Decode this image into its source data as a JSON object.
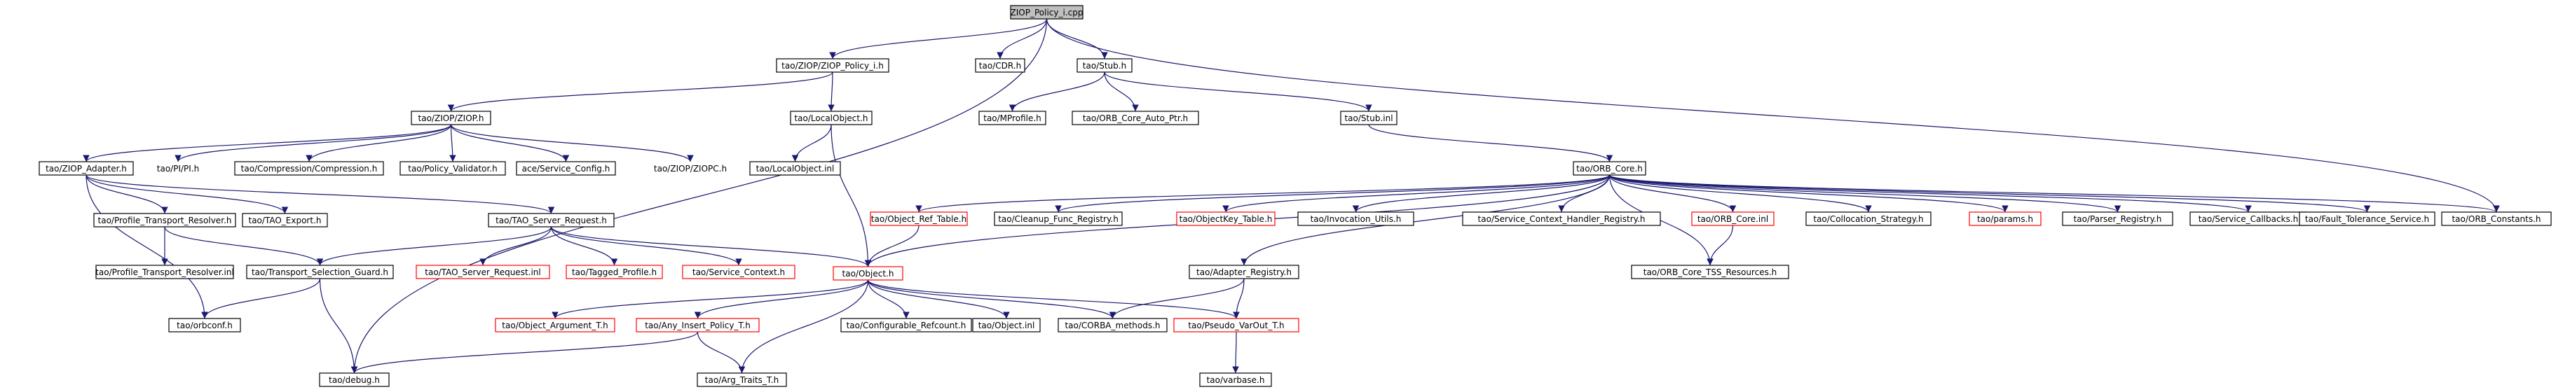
{
  "graph": {
    "title": "ZIOP_Policy_i.cpp include dependency graph",
    "colors": {
      "edge": "#191970",
      "node_border": "#000000",
      "node_border_missing": "#ff0000",
      "root_fill": "#bfbfbf",
      "node_fill": "#ffffff"
    },
    "nodes": {
      "root": {
        "label": "ZIOP_Policy_i.cpp",
        "kind": "root"
      },
      "ziop_policy_i_h": {
        "label": "tao/ZIOP/ZIOP_Policy_i.h",
        "kind": "normal"
      },
      "cdr_h": {
        "label": "tao/CDR.h",
        "kind": "normal"
      },
      "stub_h": {
        "label": "tao/Stub.h",
        "kind": "normal"
      },
      "ziop_h": {
        "label": "tao/ZIOP/ZIOP.h",
        "kind": "normal"
      },
      "localobject_h": {
        "label": "tao/LocalObject.h",
        "kind": "normal"
      },
      "mprofile_h": {
        "label": "tao/MProfile.h",
        "kind": "normal"
      },
      "orb_core_auto_ptr_h": {
        "label": "tao/ORB_Core_Auto_Ptr.h",
        "kind": "normal"
      },
      "stub_inl": {
        "label": "tao/Stub.inl",
        "kind": "normal"
      },
      "ziop_adapter_h": {
        "label": "tao/ZIOP_Adapter.h",
        "kind": "normal"
      },
      "pi_h": {
        "label": "tao/PI/PI.h",
        "kind": "nobox"
      },
      "compression_h": {
        "label": "tao/Compression/Compression.h",
        "kind": "normal"
      },
      "policy_validator_h": {
        "label": "tao/Policy_Validator.h",
        "kind": "normal"
      },
      "service_config_h": {
        "label": "ace/Service_Config.h",
        "kind": "normal"
      },
      "ziopc_h": {
        "label": "tao/ZIOP/ZIOPC.h",
        "kind": "nobox"
      },
      "localobject_inl": {
        "label": "tao/LocalObject.inl",
        "kind": "normal"
      },
      "orb_core_h": {
        "label": "tao/ORB_Core.h",
        "kind": "normal"
      },
      "profile_transport_resolver_h": {
        "label": "tao/Profile_Transport_Resolver.h",
        "kind": "normal"
      },
      "tao_export_h": {
        "label": "tao/TAO_Export.h",
        "kind": "normal"
      },
      "tao_server_request_h": {
        "label": "tao/TAO_Server_Request.h",
        "kind": "normal"
      },
      "object_ref_table_h": {
        "label": "tao/Object_Ref_Table.h",
        "kind": "missing"
      },
      "cleanup_func_registry_h": {
        "label": "tao/Cleanup_Func_Registry.h",
        "kind": "normal"
      },
      "objectkey_table_h": {
        "label": "tao/ObjectKey_Table.h",
        "kind": "missing"
      },
      "invocation_utils_h": {
        "label": "tao/Invocation_Utils.h",
        "kind": "normal"
      },
      "service_context_handler_registry_h": {
        "label": "tao/Service_Context_Handler_Registry.h",
        "kind": "normal"
      },
      "orb_core_inl": {
        "label": "tao/ORB_Core.inl",
        "kind": "missing"
      },
      "collocation_strategy_h": {
        "label": "tao/Collocation_Strategy.h",
        "kind": "normal"
      },
      "params_h": {
        "label": "tao/params.h",
        "kind": "missing"
      },
      "parser_registry_h": {
        "label": "tao/Parser_Registry.h",
        "kind": "normal"
      },
      "service_callbacks_h": {
        "label": "tao/Service_Callbacks.h",
        "kind": "normal"
      },
      "fault_tolerance_service_h": {
        "label": "tao/Fault_Tolerance_Service.h",
        "kind": "normal"
      },
      "orb_constants_h": {
        "label": "tao/ORB_Constants.h",
        "kind": "normal"
      },
      "profile_transport_resolver_inl": {
        "label": "tao/Profile_Transport_Resolver.inl",
        "kind": "normal"
      },
      "transport_selection_guard_h": {
        "label": "tao/Transport_Selection_Guard.h",
        "kind": "normal"
      },
      "tao_server_request_inl": {
        "label": "tao/TAO_Server_Request.inl",
        "kind": "missing"
      },
      "tagged_profile_h": {
        "label": "tao/Tagged_Profile.h",
        "kind": "missing"
      },
      "service_context_h": {
        "label": "tao/Service_Context.h",
        "kind": "missing"
      },
      "object_h": {
        "label": "tao/Object.h",
        "kind": "missing"
      },
      "adapter_registry_h": {
        "label": "tao/Adapter_Registry.h",
        "kind": "normal"
      },
      "orb_core_tss_resources_h": {
        "label": "tao/ORB_Core_TSS_Resources.h",
        "kind": "normal"
      },
      "orbconf_h": {
        "label": "tao/orbconf.h",
        "kind": "normal"
      },
      "object_argument_t_h": {
        "label": "tao/Object_Argument_T.h",
        "kind": "missing"
      },
      "any_insert_policy_t_h": {
        "label": "tao/Any_Insert_Policy_T.h",
        "kind": "missing"
      },
      "configurable_refcount_h": {
        "label": "tao/Configurable_Refcount.h",
        "kind": "normal"
      },
      "object_inl": {
        "label": "tao/Object.inl",
        "kind": "normal"
      },
      "corba_methods_h": {
        "label": "tao/CORBA_methods.h",
        "kind": "normal"
      },
      "pseudo_varout_t_h": {
        "label": "tao/Pseudo_VarOut_T.h",
        "kind": "missing"
      },
      "debug_h": {
        "label": "tao/debug.h",
        "kind": "normal"
      },
      "arg_traits_t_h": {
        "label": "tao/Arg_Traits_T.h",
        "kind": "normal"
      },
      "varbase_h": {
        "label": "tao/varbase.h",
        "kind": "normal"
      }
    },
    "edges": [
      [
        "root",
        "ziop_policy_i_h"
      ],
      [
        "root",
        "cdr_h"
      ],
      [
        "root",
        "stub_h"
      ],
      [
        "root",
        "debug_h"
      ],
      [
        "root",
        "orb_constants_h"
      ],
      [
        "ziop_policy_i_h",
        "ziop_h"
      ],
      [
        "ziop_policy_i_h",
        "localobject_h"
      ],
      [
        "stub_h",
        "mprofile_h"
      ],
      [
        "stub_h",
        "orb_core_auto_ptr_h"
      ],
      [
        "stub_h",
        "stub_inl"
      ],
      [
        "stub_inl",
        "orb_core_h"
      ],
      [
        "ziop_h",
        "ziop_adapter_h"
      ],
      [
        "ziop_h",
        "pi_h"
      ],
      [
        "ziop_h",
        "compression_h"
      ],
      [
        "ziop_h",
        "policy_validator_h"
      ],
      [
        "ziop_h",
        "service_config_h"
      ],
      [
        "ziop_h",
        "ziopc_h"
      ],
      [
        "localobject_h",
        "localobject_inl"
      ],
      [
        "localobject_h",
        "object_h"
      ],
      [
        "ziop_adapter_h",
        "profile_transport_resolver_h"
      ],
      [
        "ziop_adapter_h",
        "tao_export_h"
      ],
      [
        "ziop_adapter_h",
        "tao_server_request_h"
      ],
      [
        "ziop_adapter_h",
        "orbconf_h"
      ],
      [
        "profile_transport_resolver_h",
        "profile_transport_resolver_inl"
      ],
      [
        "profile_transport_resolver_h",
        "transport_selection_guard_h"
      ],
      [
        "tao_server_request_h",
        "transport_selection_guard_h"
      ],
      [
        "tao_server_request_h",
        "tao_server_request_inl"
      ],
      [
        "tao_server_request_h",
        "tagged_profile_h"
      ],
      [
        "tao_server_request_h",
        "service_context_h"
      ],
      [
        "tao_server_request_h",
        "object_h"
      ],
      [
        "transport_selection_guard_h",
        "orbconf_h"
      ],
      [
        "transport_selection_guard_h",
        "debug_h"
      ],
      [
        "orb_core_h",
        "object_ref_table_h"
      ],
      [
        "orb_core_h",
        "cleanup_func_registry_h"
      ],
      [
        "orb_core_h",
        "objectkey_table_h"
      ],
      [
        "orb_core_h",
        "invocation_utils_h"
      ],
      [
        "orb_core_h",
        "service_context_handler_registry_h"
      ],
      [
        "orb_core_h",
        "orb_core_inl"
      ],
      [
        "orb_core_h",
        "collocation_strategy_h"
      ],
      [
        "orb_core_h",
        "params_h"
      ],
      [
        "orb_core_h",
        "parser_registry_h"
      ],
      [
        "orb_core_h",
        "service_callbacks_h"
      ],
      [
        "orb_core_h",
        "fault_tolerance_service_h"
      ],
      [
        "orb_core_h",
        "orb_constants_h"
      ],
      [
        "orb_core_h",
        "object_h"
      ],
      [
        "orb_core_h",
        "adapter_registry_h"
      ],
      [
        "orb_core_h",
        "orb_core_tss_resources_h"
      ],
      [
        "orb_core_inl",
        "orb_core_tss_resources_h"
      ],
      [
        "object_ref_table_h",
        "object_h"
      ],
      [
        "object_h",
        "object_argument_t_h"
      ],
      [
        "object_h",
        "any_insert_policy_t_h"
      ],
      [
        "object_h",
        "configurable_refcount_h"
      ],
      [
        "object_h",
        "object_inl"
      ],
      [
        "object_h",
        "corba_methods_h"
      ],
      [
        "object_h",
        "pseudo_varout_t_h"
      ],
      [
        "object_h",
        "arg_traits_t_h"
      ],
      [
        "adapter_registry_h",
        "corba_methods_h"
      ],
      [
        "adapter_registry_h",
        "pseudo_varout_t_h"
      ],
      [
        "any_insert_policy_t_h",
        "debug_h"
      ],
      [
        "any_insert_policy_t_h",
        "arg_traits_t_h"
      ],
      [
        "pseudo_varout_t_h",
        "varbase_h"
      ]
    ]
  }
}
